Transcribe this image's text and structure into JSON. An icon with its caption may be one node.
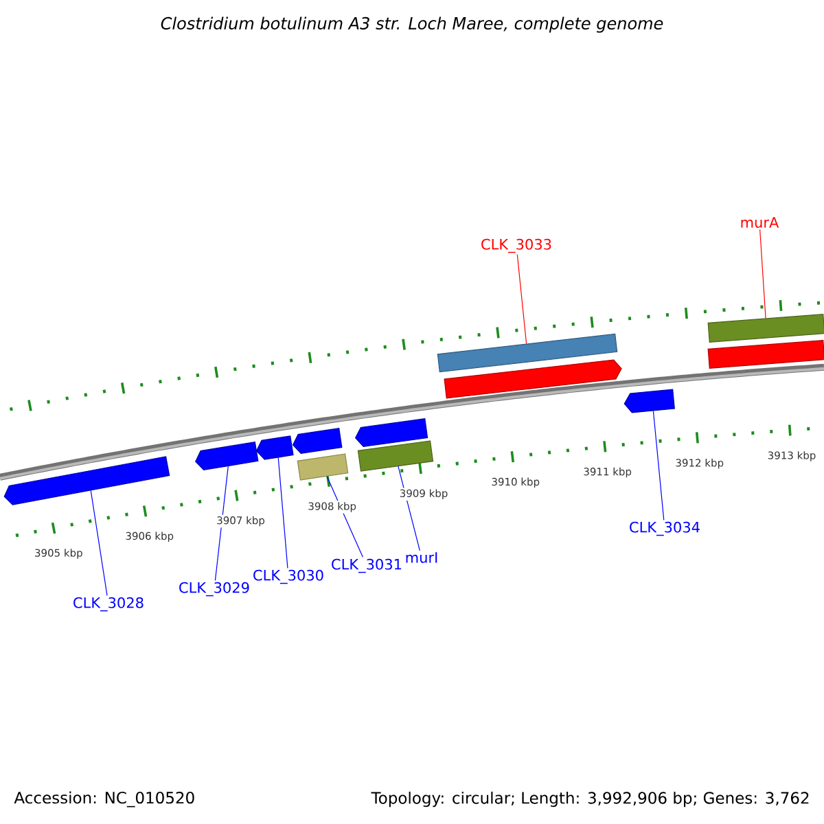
{
  "diagram": {
    "title": "Clostridium botulinum A3 str. Loch Maree, complete genome",
    "nodes": [
      {
        "text": [
          "CLK_3033"
        ]
      },
      {
        "text": [
          "murA"
        ]
      },
      {
        "text": [],
        "shape": "bar"
      },
      {
        "text": [],
        "shape": "bar"
      },
      {
        "text": [],
        "shape": "pentagon"
      },
      {
        "text": [],
        "shape": "bar"
      },
      {
        "text": [],
        "shape": "pentagon"
      },
      {
        "text": [],
        "shape": "pentagon"
      },
      {
        "text": [],
        "shape": "pentagon"
      },
      {
        "text": [],
        "shape": "pentagon"
      },
      {
        "text": [],
        "shape": "pentagon"
      },
      {
        "text": [],
        "shape": "bar"
      },
      {
        "text": [],
        "shape": "bar"
      },
      {
        "text": [],
        "shape": "pentagon"
      },
      {
        "text": [
          "CLK_3028"
        ]
      },
      {
        "text": [
          "CLK_3029"
        ]
      },
      {
        "text": [
          "CLK_3030"
        ]
      },
      {
        "text": [
          "CLK_3031"
        ]
      },
      {
        "text": [
          "murI"
        ]
      },
      {
        "text": [
          "CLK_3034"
        ]
      }
    ],
    "edges": [
      {
        "from": 0,
        "to": 2,
        "arrow": "none",
        "color": "#ff0000"
      },
      {
        "from": 1,
        "to": 3,
        "arrow": "none",
        "color": "#ff0000"
      },
      {
        "from": 14,
        "to": 6,
        "arrow": "none"
      },
      {
        "from": 15,
        "to": 7,
        "arrow": "none"
      },
      {
        "from": 16,
        "to": 8,
        "arrow": "none"
      },
      {
        "from": 17,
        "to": 11,
        "arrow": "none"
      },
      {
        "from": 18,
        "to": 12,
        "arrow": "none"
      },
      {
        "from": 19,
        "to": 13,
        "arrow": "none"
      }
    ],
    "labels": [
      "3905 kbp",
      "3906 kbp",
      "3907 kbp",
      "3908 kbp",
      "3909 kbp",
      "3910 kbp",
      "3911 kbp",
      "3912 kbp",
      "3913 kbp",
      "Accession: NC_010520",
      "Topology: circular; Length: 3,992,906 bp; Genes: 3,762"
    ]
  }
}
